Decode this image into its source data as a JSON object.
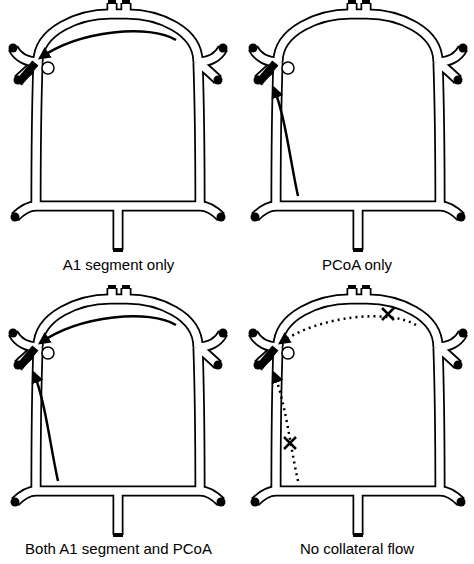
{
  "diagram": {
    "labels": [
      "A1 segment only",
      "PCoA only",
      "Both A1 segment and PCoA",
      "No collateral flow"
    ]
  }
}
